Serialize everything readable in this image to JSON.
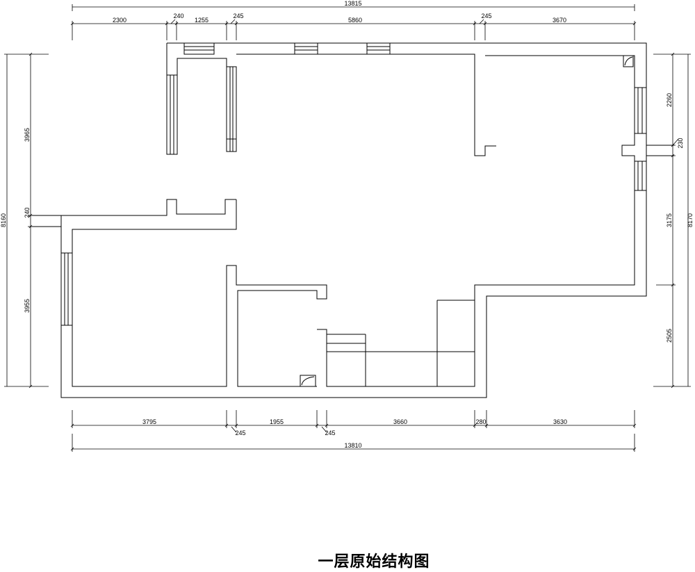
{
  "title": "一层原始结构图",
  "dimensions": {
    "top_total": "13815",
    "top": [
      "2300",
      "240",
      "1255",
      "245",
      "5860",
      "245",
      "3670"
    ],
    "bottom_total": "13810",
    "bottom": [
      "3795",
      "245",
      "1955",
      "245",
      "3660",
      "280",
      "3630"
    ],
    "left_total": "8160",
    "left": [
      "3965",
      "240",
      "3955"
    ],
    "right_total": "8170",
    "right": [
      "2260",
      "230",
      "3175",
      "2505"
    ]
  }
}
